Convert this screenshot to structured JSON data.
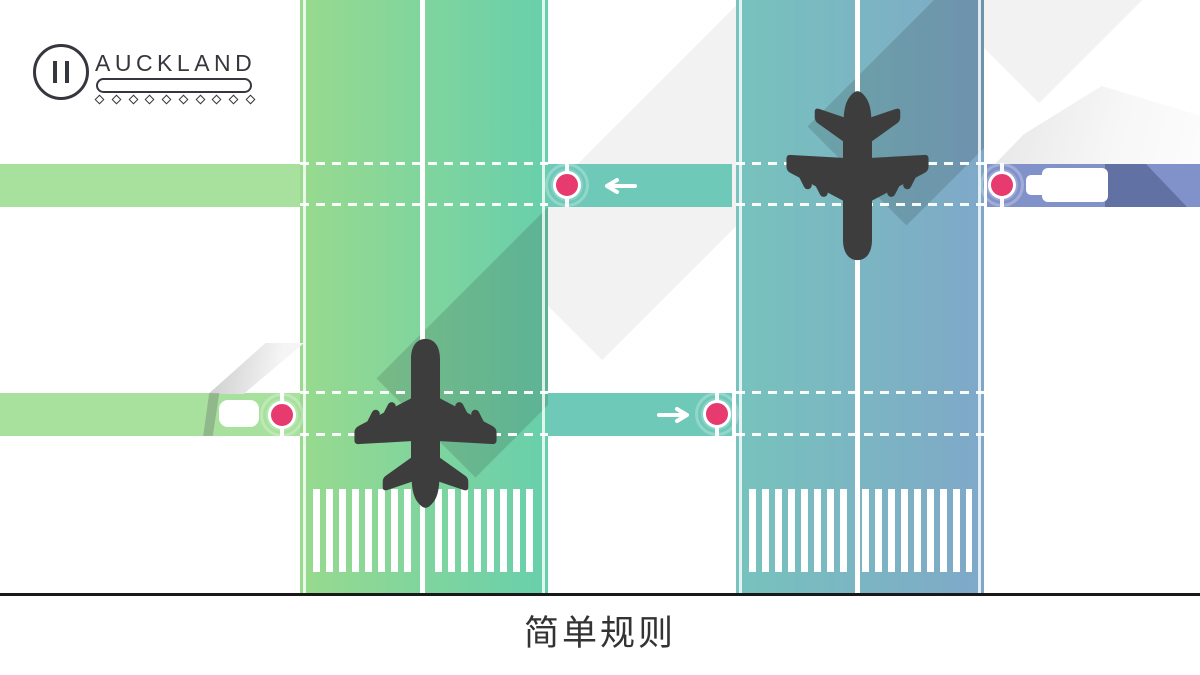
{
  "header": {
    "pause_button": {
      "icon": "pause-icon"
    },
    "location_label": "AUCKLAND",
    "progress": {
      "slots": 10,
      "filled": 0
    }
  },
  "footer": {
    "caption": "简单规则"
  },
  "scene": {
    "runway_count": 2,
    "plane_count": 2,
    "planes": [
      {
        "runway": 1,
        "heading": "north"
      },
      {
        "runway": 2,
        "heading": "south"
      }
    ],
    "gate_count": 4,
    "direction_arrows": [
      {
        "taxiway": "top-connector",
        "direction": "left"
      },
      {
        "taxiway": "middle-connector",
        "direction": "right"
      }
    ],
    "ground_vehicles": 2
  },
  "colors": {
    "ink": "#36363e",
    "pink": "#e73a6e",
    "plane": "#3d3d3d",
    "rw1a": "#98da8e",
    "rw1b": "#68cfac",
    "rw2a": "#77c3bd",
    "rw2b": "#7fa8c8",
    "band_green": "#a8e19e",
    "band_teal": "#6fc9b9",
    "band_blue": "#8192ca"
  }
}
